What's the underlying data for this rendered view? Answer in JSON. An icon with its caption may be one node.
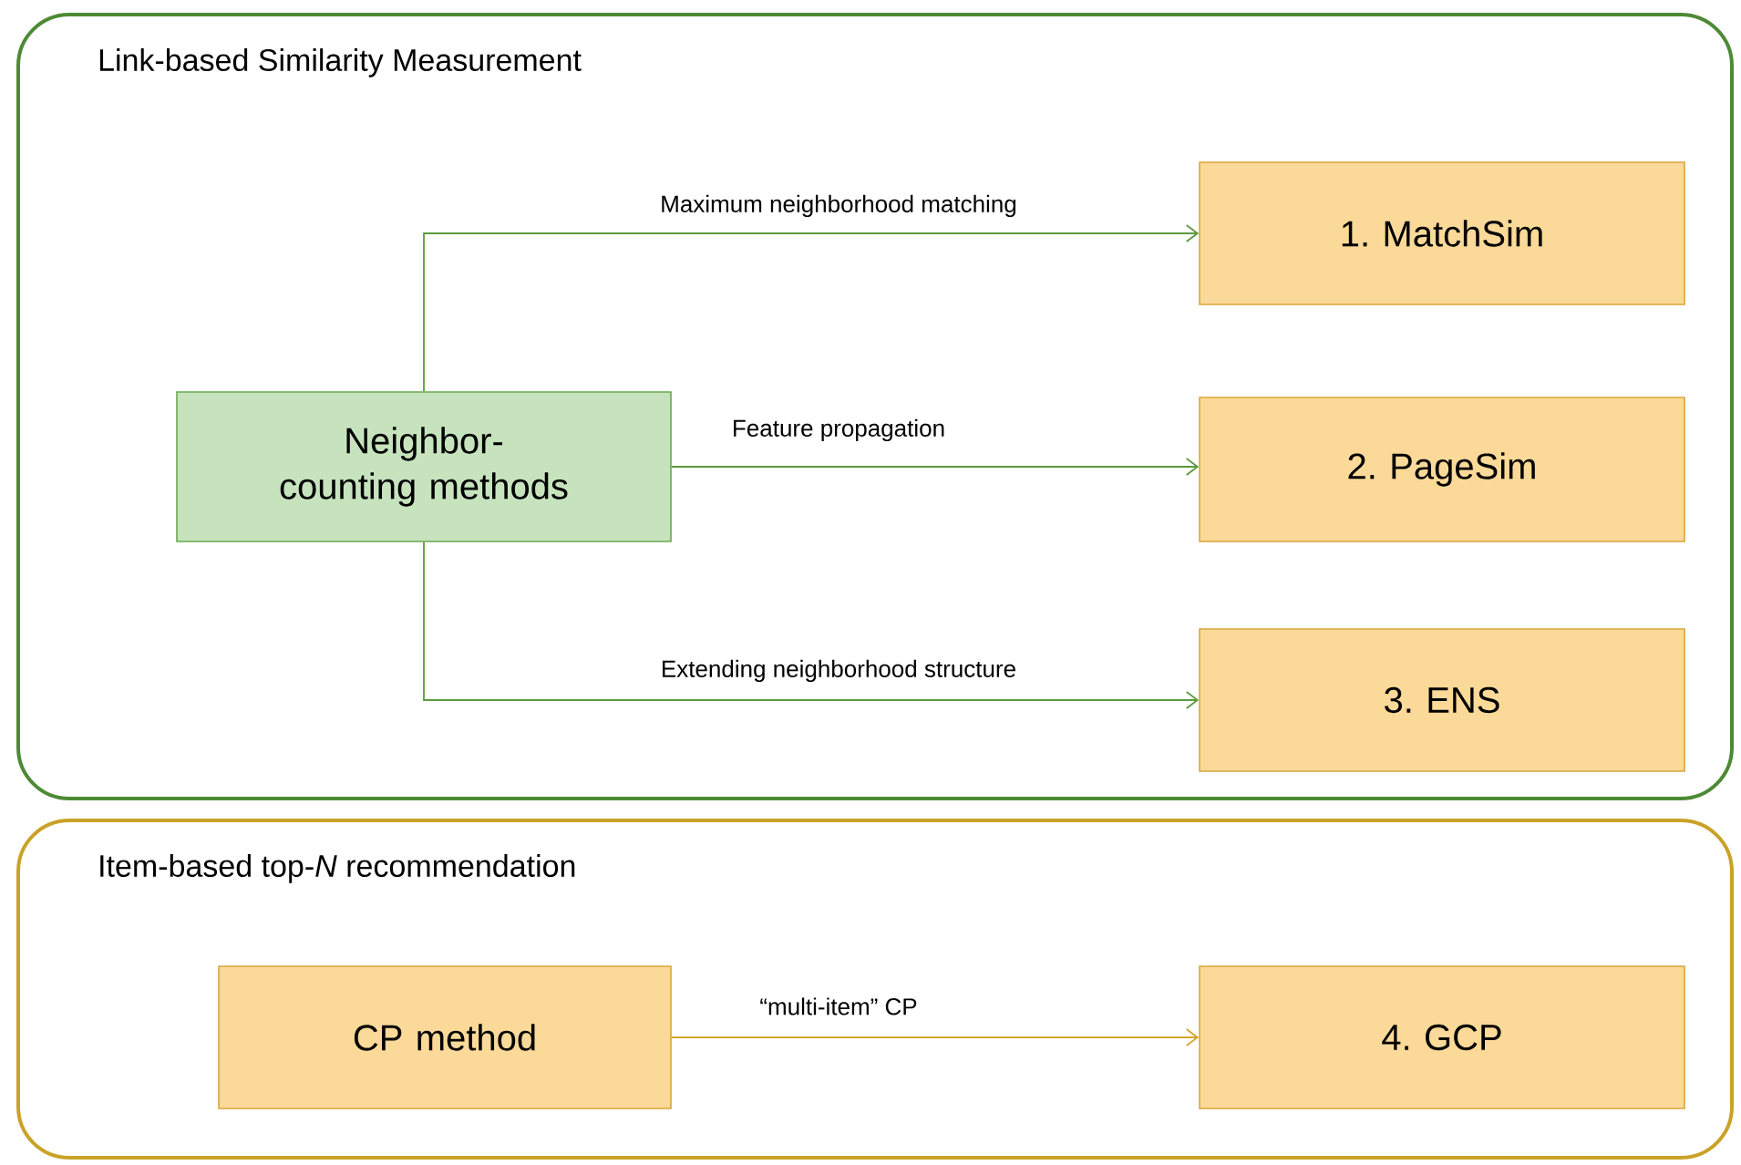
{
  "diagram": {
    "nodes": [
      {
        "text": [
          "Link-based Similarity Measurement"
        ]
      },
      {
        "text": [
          "Neighbor-counting methods"
        ],
        "in": 0
      },
      {
        "text": [
          "1. MatchSim"
        ],
        "in": 0
      },
      {
        "text": [
          "2. PageSim"
        ],
        "in": 0
      },
      {
        "text": [
          "3. ENS"
        ],
        "in": 0
      },
      {
        "text": [
          "Item-based top-*N* recommendation"
        ]
      },
      {
        "text": [
          "CP method"
        ],
        "in": 5
      },
      {
        "text": [
          "4. GCP"
        ],
        "in": 5
      }
    ],
    "edges": [
      {
        "from": 1,
        "to": 2,
        "arrow": "to",
        "label": "Maximum neighborhood matching"
      },
      {
        "from": 1,
        "to": 3,
        "arrow": "to",
        "label": "Feature propagation"
      },
      {
        "from": 1,
        "to": 4,
        "arrow": "to",
        "label": "Extending neighborhood structure"
      },
      {
        "from": 6,
        "to": 7,
        "arrow": "to",
        "label": "“multi-item” CP",
        "color": "#d4a62a"
      }
    ]
  }
}
